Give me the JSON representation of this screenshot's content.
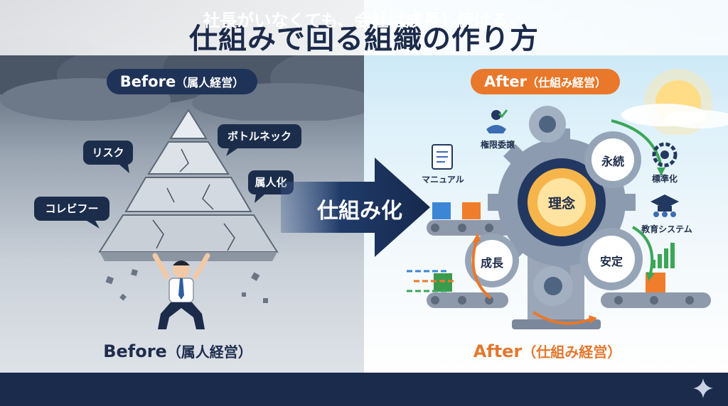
{
  "title": "仕組みで回る組織の作り方",
  "before": {
    "pill_main": "Before",
    "pill_paren": "（属人経営）",
    "bubbles": [
      "リスク",
      "ボトルネック",
      "属人化",
      "コレビフー"
    ],
    "caption_main": "Before",
    "caption_paren": "（属人経営）"
  },
  "transition": {
    "label": "仕組み化"
  },
  "after": {
    "pill_main": "After",
    "pill_paren": "（仕組み経営）",
    "gears": {
      "center": "理念",
      "top": "永続",
      "left": "成長",
      "right": "安定"
    },
    "labels": {
      "delegation": "権限委譲",
      "manual": "マニュアル",
      "standard": "標準化",
      "education": "教育システム"
    },
    "caption_main": "After",
    "caption_paren": "（仕組み経営）"
  },
  "footer": {
    "text": "社長がいなくても、会社は成長し続ける。"
  },
  "colors": {
    "navy": "#1b2b4c",
    "orange": "#e9782a",
    "sky": "#bfe3f5",
    "storm": "#3b4656"
  },
  "icons": [
    "storm-cloud-icon",
    "sun-icon",
    "pyramid-icon",
    "person-icon",
    "gear-icon",
    "conveyor-icon",
    "handshake-icon",
    "document-icon",
    "graduation-cap-icon",
    "bar-chart-icon",
    "sparkle-icon"
  ]
}
